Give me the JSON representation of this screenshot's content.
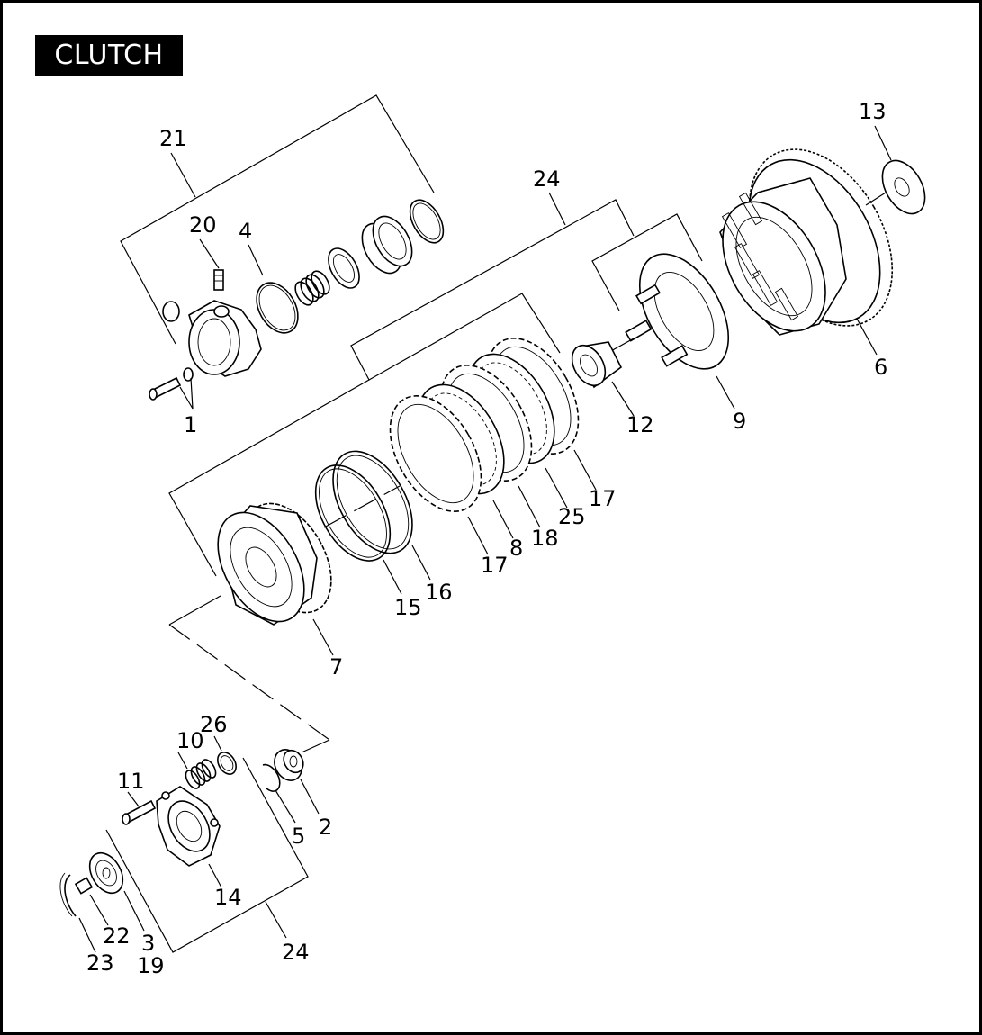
{
  "title": "CLUTCH",
  "callouts": [
    "1",
    "2",
    "3",
    "4",
    "5",
    "6",
    "7",
    "8",
    "9",
    "10",
    "11",
    "12",
    "13",
    "14",
    "15",
    "16",
    "17",
    "18",
    "19",
    "20",
    "21",
    "22",
    "23",
    "24",
    "25",
    "26"
  ],
  "labels": {
    "c1": "1",
    "c2": "2",
    "c3": "3",
    "c4": "4",
    "c5": "5",
    "c6": "6",
    "c7": "7",
    "c8": "8",
    "c9": "9",
    "c10": "10",
    "c11": "11",
    "c12": "12",
    "c13": "13",
    "c14": "14",
    "c15": "15",
    "c16": "16",
    "c17a": "17",
    "c17b": "17",
    "c18": "18",
    "c19": "19",
    "c20": "20",
    "c21": "21",
    "c22": "22",
    "c23": "23",
    "c24a": "24",
    "c24b": "24",
    "c25": "25",
    "c26": "26"
  }
}
